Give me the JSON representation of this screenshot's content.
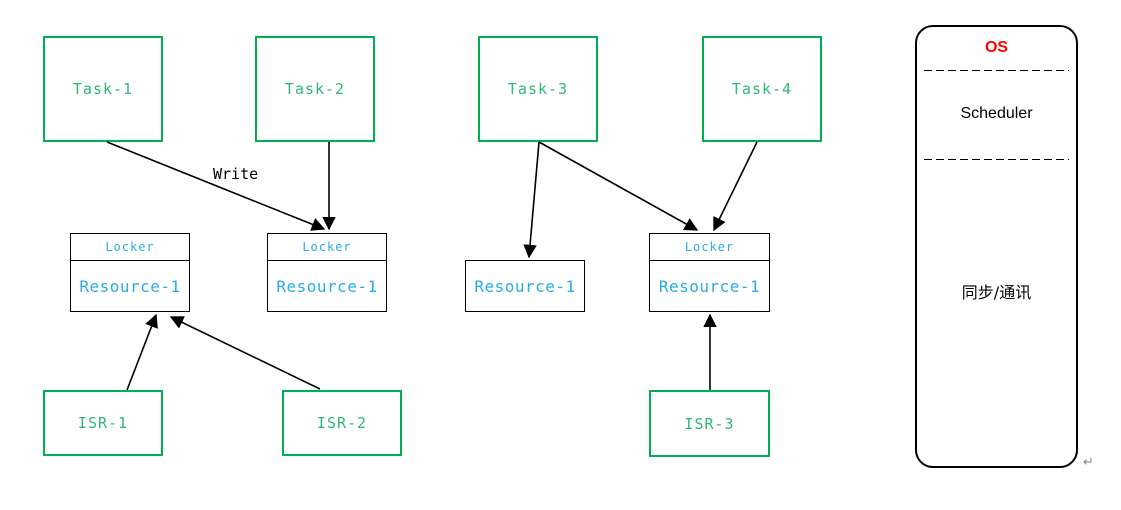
{
  "diagram": {
    "tasks": [
      {
        "label": "Task-1"
      },
      {
        "label": "Task-2"
      },
      {
        "label": "Task-3"
      },
      {
        "label": "Task-4"
      }
    ],
    "resources": [
      {
        "locker": "Locker",
        "label": "Resource-1"
      },
      {
        "locker": "Locker",
        "label": "Resource-1"
      },
      {
        "label": "Resource-1"
      },
      {
        "locker": "Locker",
        "label": "Resource-1"
      }
    ],
    "isrs": [
      {
        "label": "ISR-1"
      },
      {
        "label": "ISR-2"
      },
      {
        "label": "ISR-3"
      }
    ],
    "edge_label_write": "Write",
    "os_panel": {
      "title": "OS",
      "scheduler_label": "Scheduler",
      "sync_label": "同步/通讯"
    },
    "paragraph_mark": "↵",
    "colors": {
      "task_border": "#00b050",
      "task_text": "#2eb873",
      "resource_text": "#2aace8",
      "os_title": "#ff0000",
      "line": "#000000"
    }
  }
}
